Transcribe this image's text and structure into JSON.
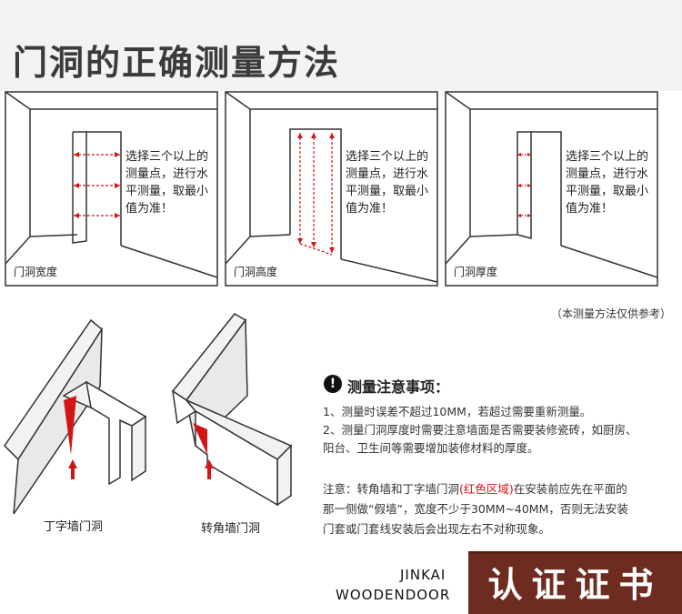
{
  "title": "门洞的正确测量方法",
  "panels": [
    {
      "note": [
        "选择三个以上的",
        "测量点，进行水",
        "平测量，取最小",
        "值为准！"
      ],
      "caption": "门洞宽度"
    },
    {
      "note": [
        "选择三个以上的",
        "测量点，进行水",
        "平测量，取最小",
        "值为准！"
      ],
      "caption": "门洞高度"
    },
    {
      "note": [
        "选择三个以上的",
        "测量点，进行水",
        "平测量，取最小",
        "值为准！"
      ],
      "caption": "门洞厚度"
    }
  ],
  "reference_note": "（本测量方法仅供参考）",
  "wall_captions": {
    "t_wall": "丁字墙门洞",
    "corner_wall": "转角墙门洞"
  },
  "caution": {
    "icon": "!",
    "heading": "测量注意事项：",
    "items": [
      "1、测量时误差不超过10MM，若超过需要重新测量。",
      "2、测量门洞厚度时需要注意墙面是否需要装修瓷砖，如厨房、",
      "阳台、卫生间等需要增加装修材料的厚度。"
    ]
  },
  "notice": {
    "line1_pre": "注意：转角墙和丁字墙门洞",
    "line1_red": "(红色区域)",
    "line1_post": "在安装前应先在平面的",
    "line2": "那一侧做“假墙”，宽度不少于30MM~40MM，否则无法安装",
    "line3": "门套或门套线安装后会出现左右不对称现象。"
  },
  "footer": {
    "brand_line1": "JINKAI",
    "brand_line2": "WOODENDOOR",
    "certificate": "认证证书"
  },
  "colors": {
    "accent_red": "#d21515",
    "footer_brown": "#6e2b20",
    "title_bg": "#f3f3f3"
  }
}
